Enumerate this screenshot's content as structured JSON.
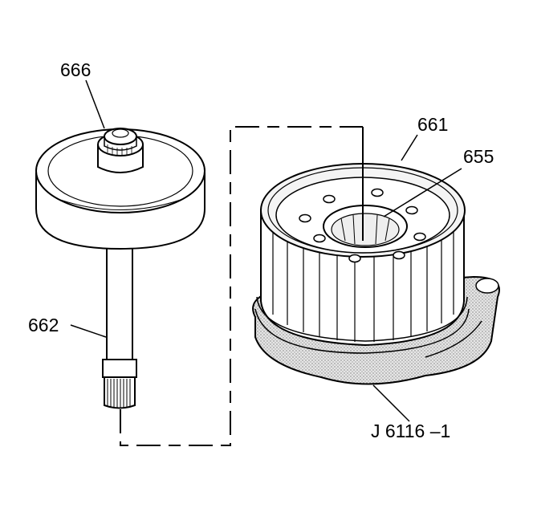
{
  "callouts": {
    "input_shaft_assembly": "666",
    "input_shaft": "662",
    "input_clutch_housing": "661",
    "turbine_shaft_seal": "655",
    "holding_fixture": "J 6116 –1"
  },
  "colors": {
    "line": "#000000",
    "fixture_shading": "#c8c8c8",
    "background": "#ffffff"
  }
}
